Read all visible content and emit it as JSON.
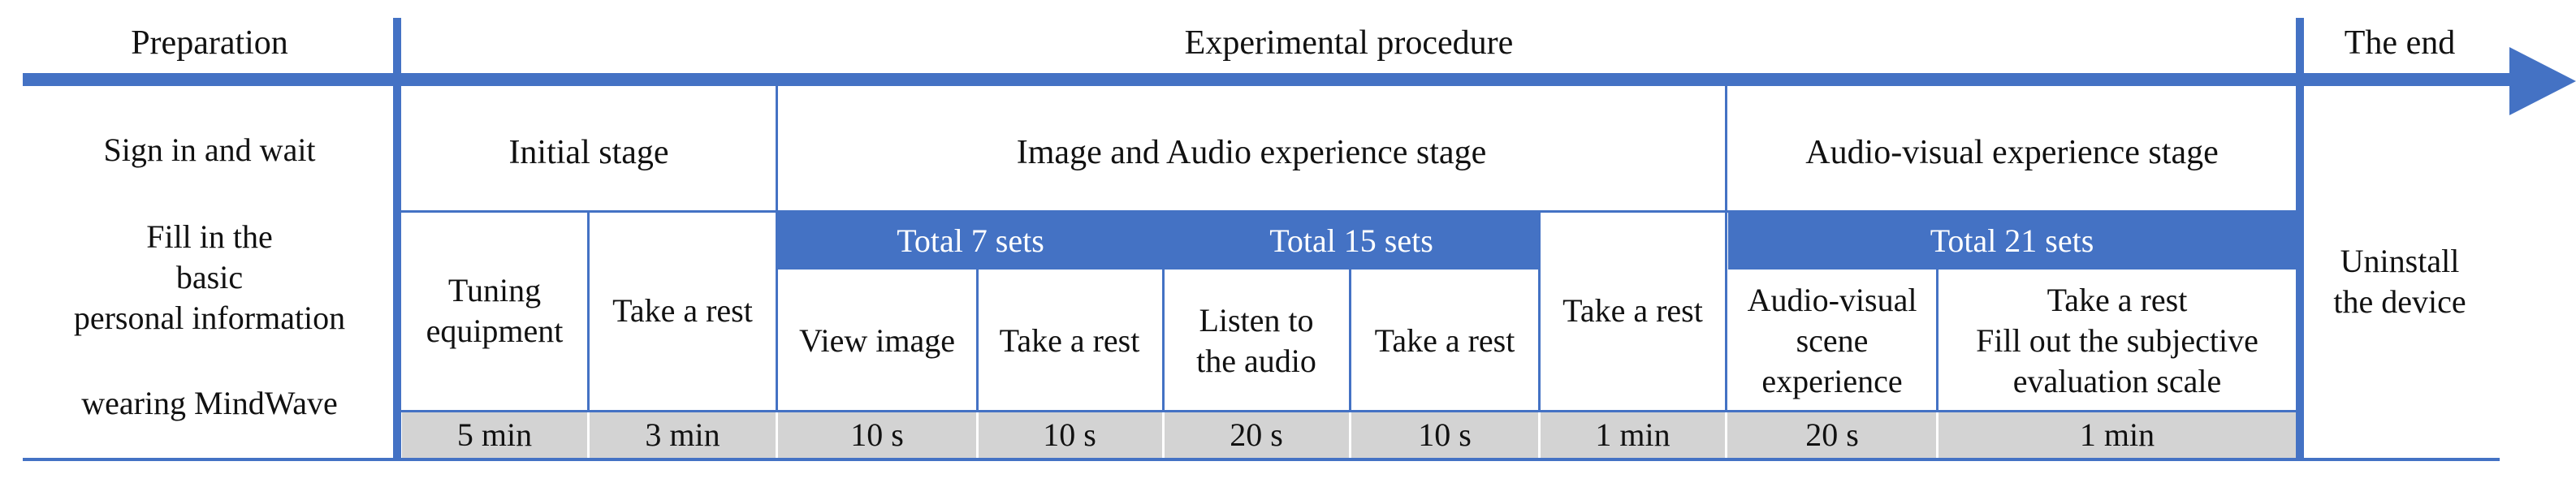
{
  "phases": {
    "preparation": "Preparation",
    "experimental": "Experimental procedure",
    "end": "The end"
  },
  "preparation_steps": {
    "sign_in": "Sign in and wait",
    "fill_in": "Fill in the\nbasic\npersonal information",
    "wearing": "wearing MindWave"
  },
  "stages": {
    "initial": "Initial stage",
    "image_audio": "Image and Audio experience stage",
    "audio_visual": "Audio-visual experience stage"
  },
  "sets": {
    "image_sets": "Total 7 sets",
    "audio_sets": "Total 15 sets",
    "av_sets": "Total 21 sets"
  },
  "steps": [
    {
      "label": "Tuning\nequipment",
      "duration": "5 min"
    },
    {
      "label": "Take a rest",
      "duration": "3 min"
    },
    {
      "label": "View image",
      "duration": "10 s"
    },
    {
      "label": "Take a rest",
      "duration": "10 s"
    },
    {
      "label": "Listen to\nthe audio",
      "duration": "20 s"
    },
    {
      "label": "Take a rest",
      "duration": "10 s"
    },
    {
      "label": "Take a rest",
      "duration": "1 min"
    },
    {
      "label": "Audio-visual\nscene\nexperience",
      "duration": "20 s"
    },
    {
      "label": "Take a rest\nFill out the subjective\nevaluation scale",
      "duration": "1 min"
    }
  ],
  "end_step": "Uninstall\nthe device",
  "colors": {
    "accent": "#4472c4",
    "duration_bg": "#d3d3d3"
  }
}
